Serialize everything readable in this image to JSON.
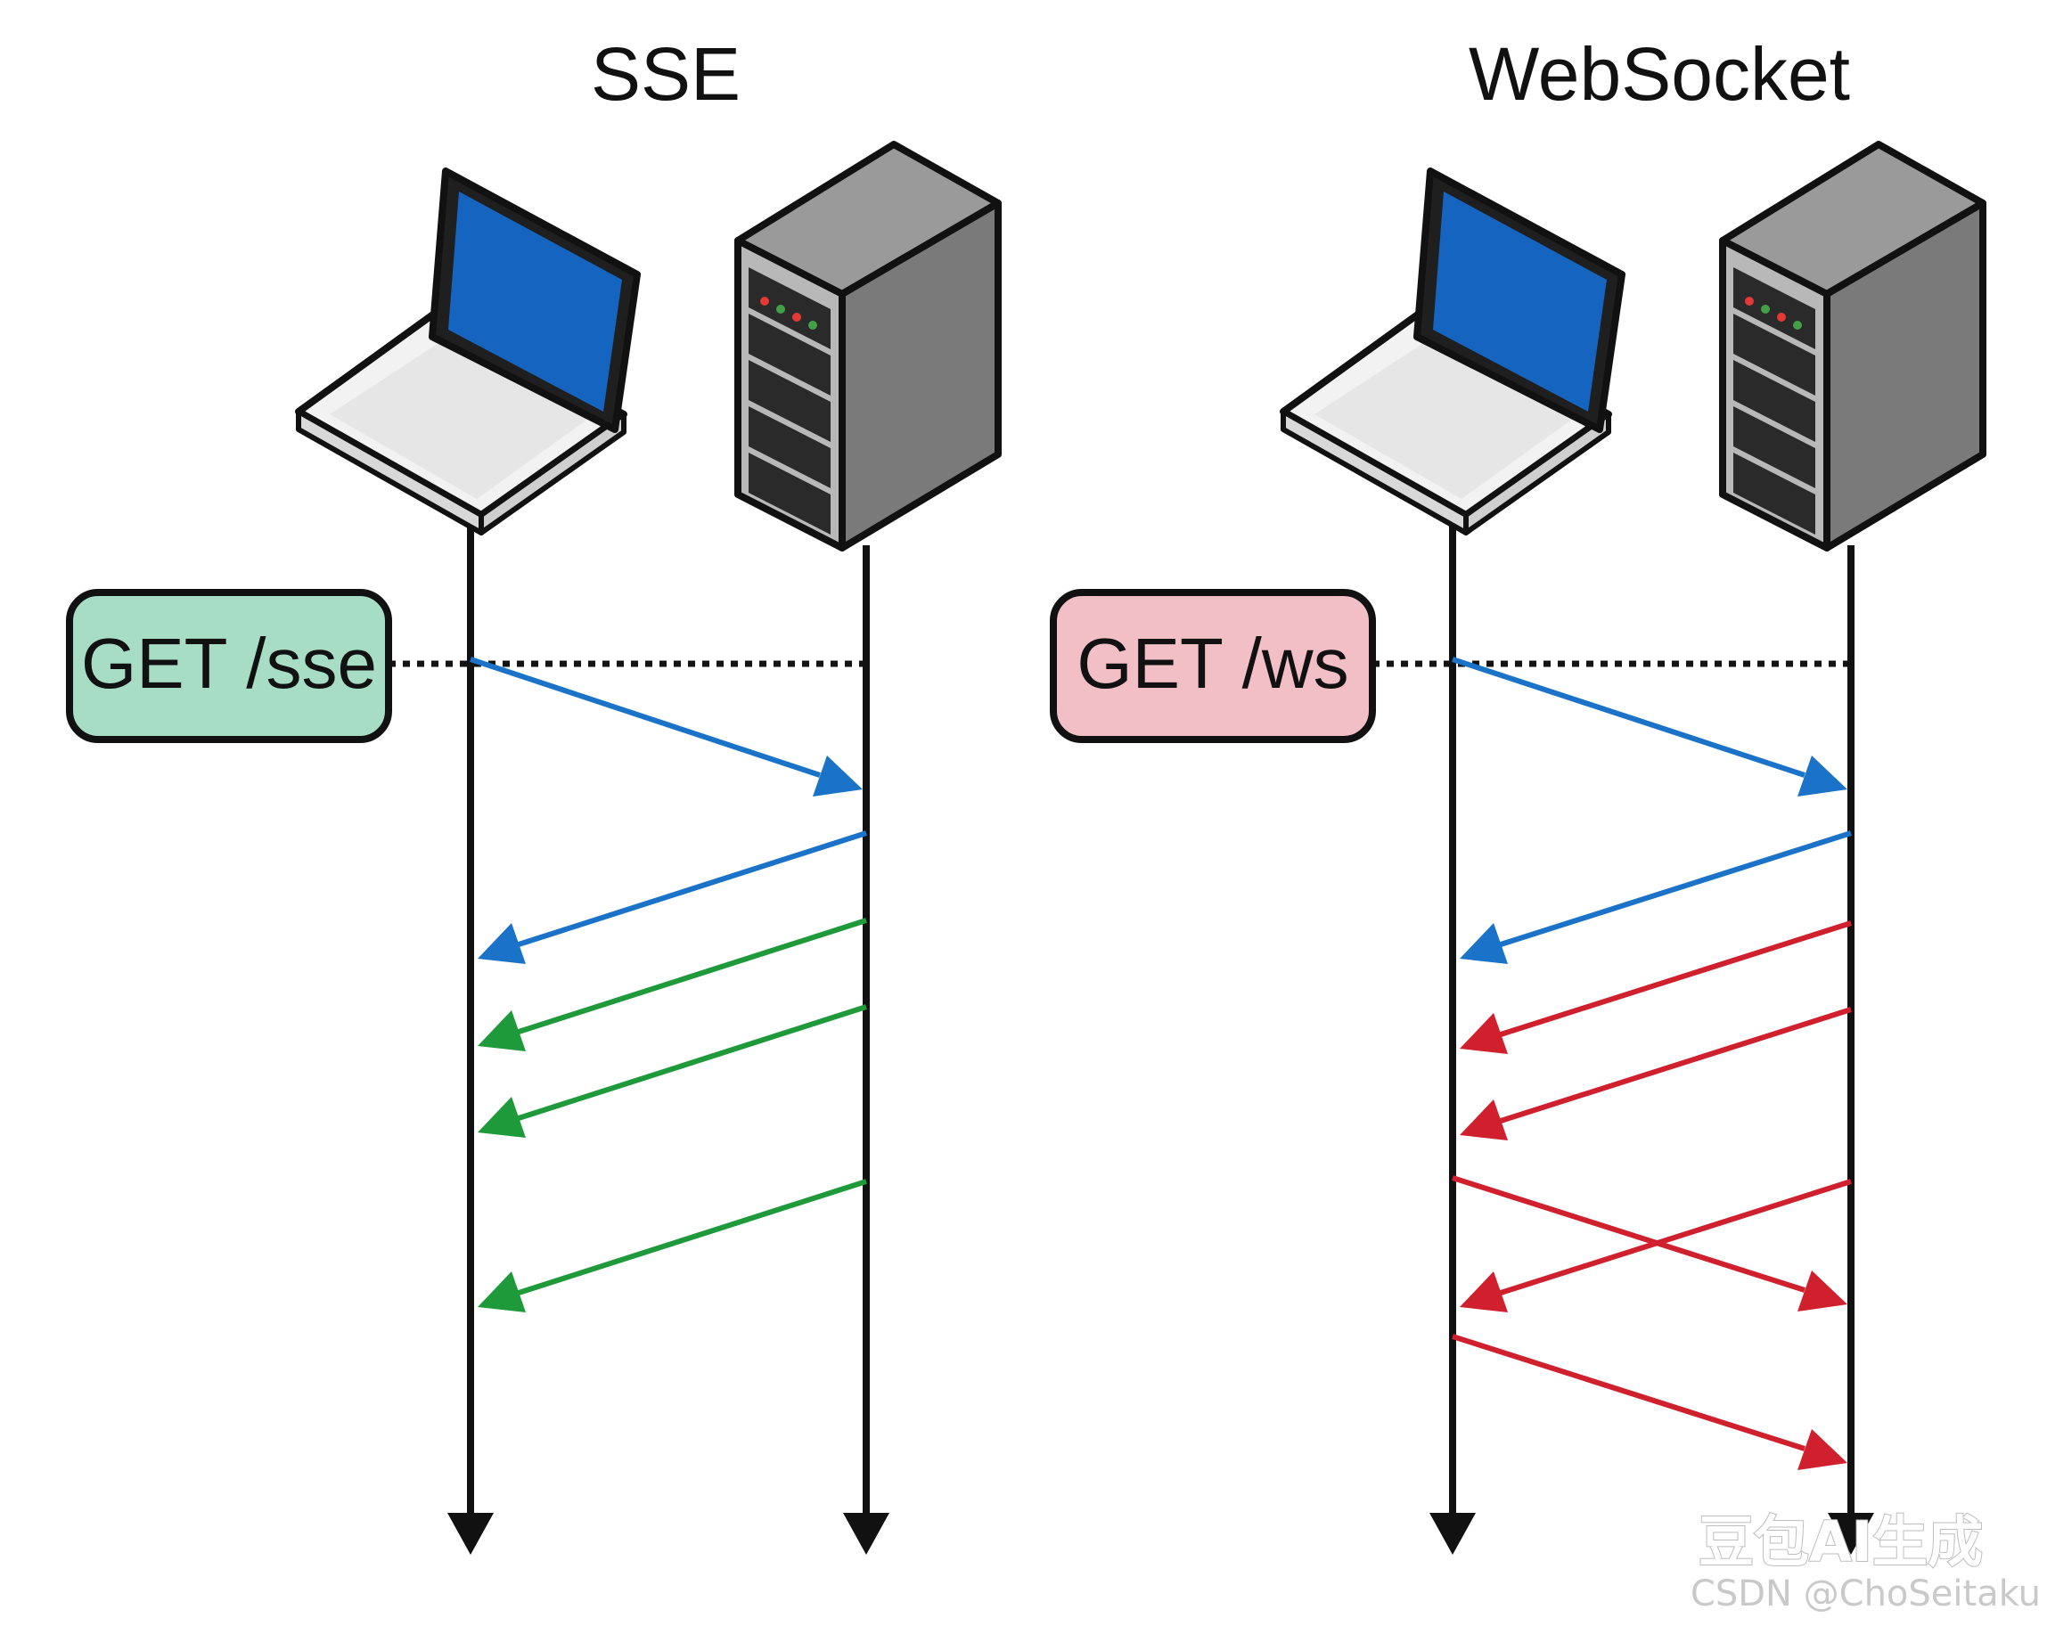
{
  "panels": [
    {
      "id": "sse",
      "title": "SSE",
      "request_label": "GET /sse",
      "request_fill": "#a8ddc5",
      "messages": [
        {
          "dir": "client-to-server",
          "color": "#1a73c8"
        },
        {
          "dir": "server-to-client",
          "color": "#1a73c8"
        },
        {
          "dir": "server-to-client",
          "color": "#1f9a3a"
        },
        {
          "dir": "server-to-client",
          "color": "#1f9a3a"
        },
        {
          "dir": "server-to-client",
          "color": "#1f9a3a"
        }
      ]
    },
    {
      "id": "websocket",
      "title": "WebSocket",
      "request_label": "GET /ws",
      "request_fill": "#f1bfc5",
      "messages": [
        {
          "dir": "client-to-server",
          "color": "#1a73c8"
        },
        {
          "dir": "server-to-client",
          "color": "#1a73c8"
        },
        {
          "dir": "server-to-client",
          "color": "#d0202e"
        },
        {
          "dir": "server-to-client",
          "color": "#d0202e"
        },
        {
          "dir": "client-to-server",
          "color": "#d0202e"
        },
        {
          "dir": "server-to-client",
          "color": "#d0202e"
        },
        {
          "dir": "client-to-server",
          "color": "#d0202e"
        }
      ]
    }
  ],
  "icons": [
    "laptop-icon",
    "server-icon"
  ],
  "watermark": {
    "brand": "豆包AI生成",
    "credit": "CSDN @ChoSeitaku"
  }
}
